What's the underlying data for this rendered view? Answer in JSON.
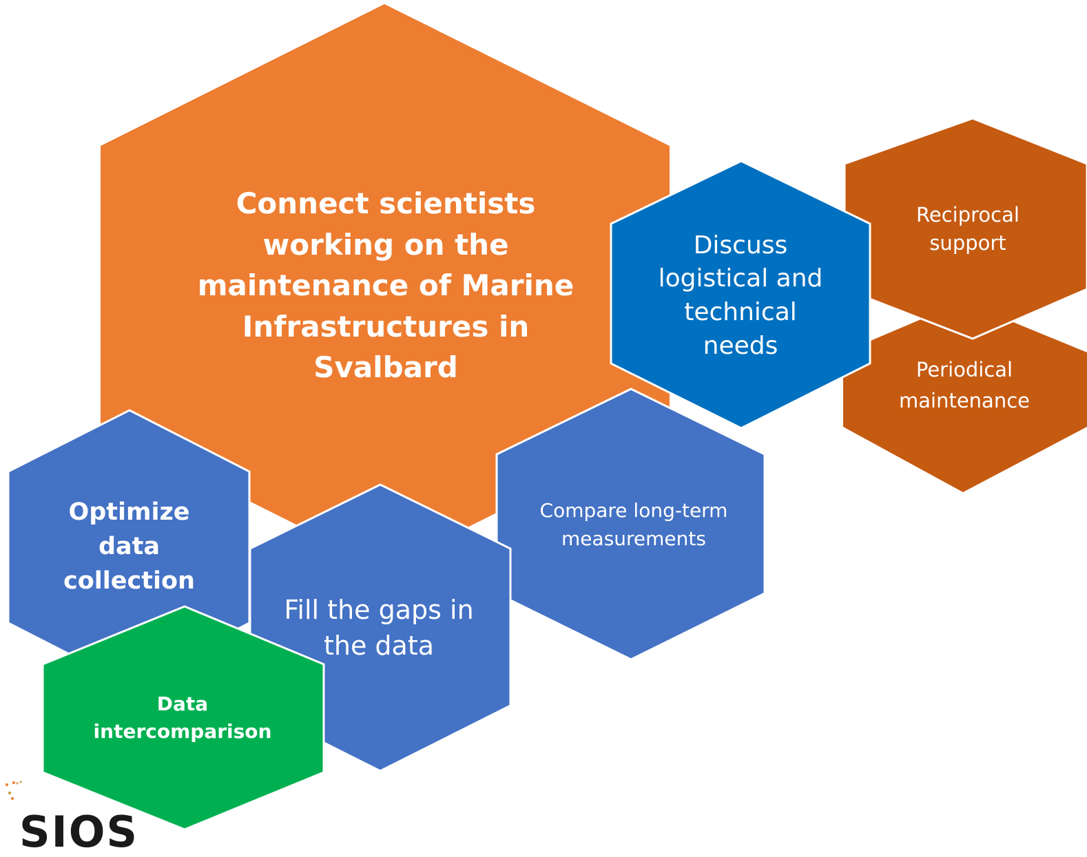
{
  "colors": {
    "main_orange": "#ED7D31",
    "dark_orange": "#C55A11",
    "dark_blue": "#0070C0",
    "medium_blue": "#4472C4",
    "green": "#00B050",
    "text": "#FFFFFF"
  },
  "nodes": {
    "main": "Connect scientists working on the maintenance of Marine Infrastructures in Svalbard",
    "discuss": "Discuss logistical and technical needs",
    "reciprocal": "Reciprocal support",
    "periodical": "Periodical maintenance",
    "compare": "Compare long-term measurements",
    "optimize": "Optimize data collection",
    "fill": "Fill the gaps in the data",
    "intercomparison": "Data intercomparison"
  },
  "logo": {
    "text": "SIOS"
  }
}
